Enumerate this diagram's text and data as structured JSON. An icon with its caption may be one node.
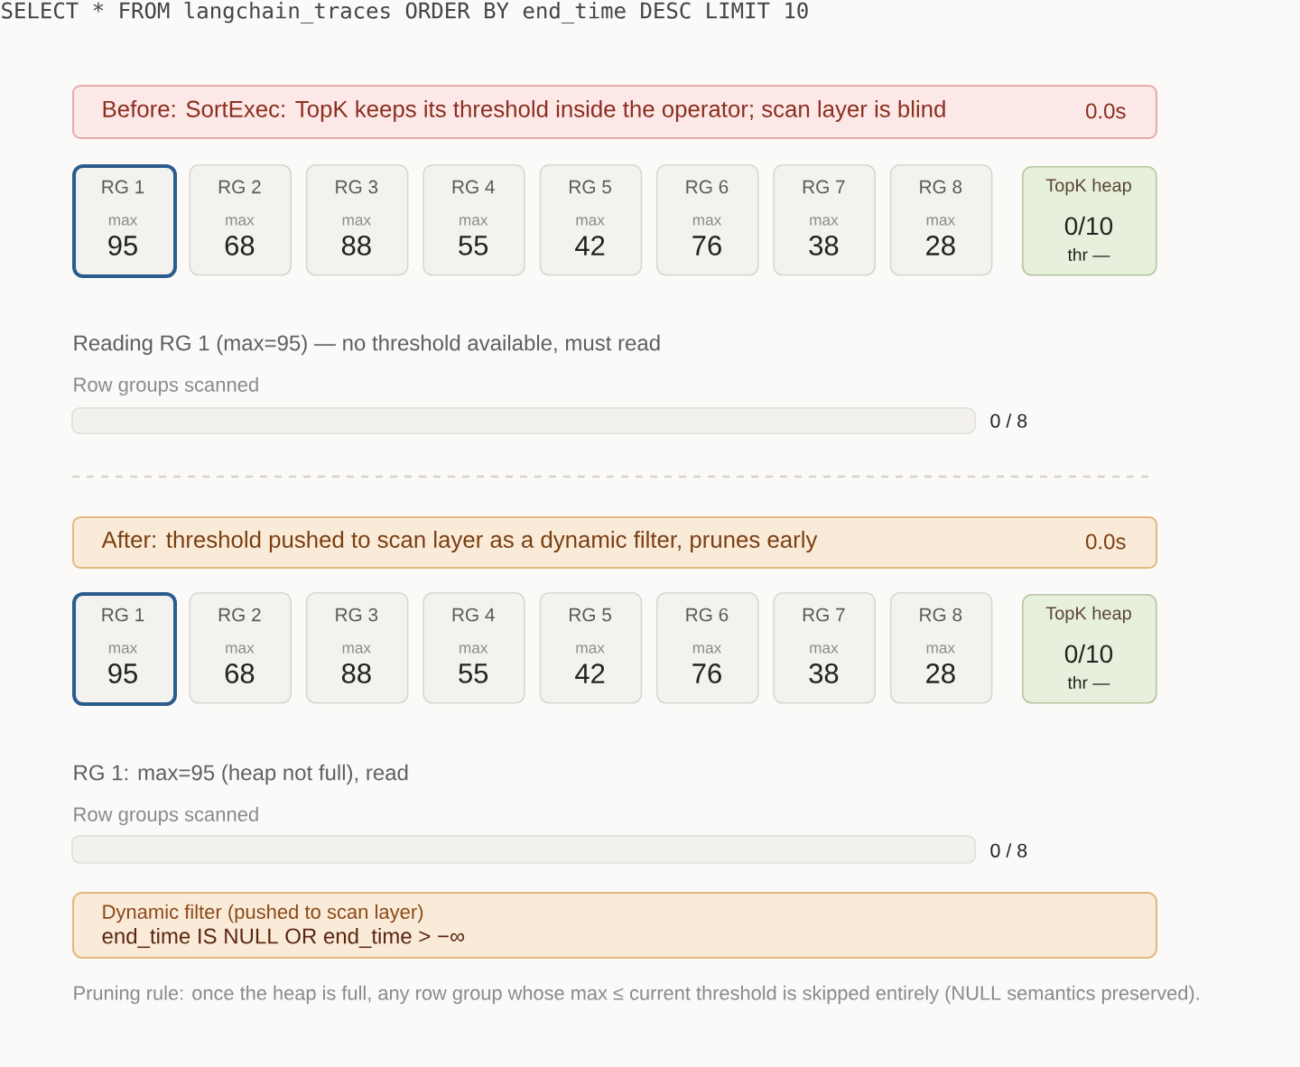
{
  "diagram": {
    "nodes": [
      {
        "text": [
          "Before: SortExec: TopK keeps its threshold inside the operator; scan layer is blind",
          "0.0s"
        ]
      },
      {
        "text": [
          "RG 1",
          "max",
          "95"
        ]
      },
      {
        "text": [
          "RG 2",
          "max",
          "68"
        ]
      },
      {
        "text": [
          "RG 3",
          "max",
          "88"
        ]
      },
      {
        "text": [
          "RG 4",
          "max",
          "55"
        ]
      },
      {
        "text": [
          "RG 5",
          "max",
          "42"
        ]
      },
      {
        "text": [
          "RG 6",
          "max",
          "76"
        ]
      },
      {
        "text": [
          "RG 7",
          "max",
          "38"
        ]
      },
      {
        "text": [
          "RG 8",
          "max",
          "28"
        ]
      },
      {
        "text": [
          "TopK heap",
          "0/10",
          "thr —"
        ]
      },
      {
        "text": [
          "After: threshold pushed to scan layer as a dynamic filter, prunes early",
          "0.0s"
        ]
      },
      {
        "text": [
          "RG 1",
          "max",
          "95"
        ]
      },
      {
        "text": [
          "RG 2",
          "max",
          "68"
        ]
      },
      {
        "text": [
          "RG 3",
          "max",
          "88"
        ]
      },
      {
        "text": [
          "RG 4",
          "max",
          "55"
        ]
      },
      {
        "text": [
          "RG 5",
          "max",
          "42"
        ]
      },
      {
        "text": [
          "RG 6",
          "max",
          "76"
        ]
      },
      {
        "text": [
          "RG 7",
          "max",
          "38"
        ]
      },
      {
        "text": [
          "RG 8",
          "max",
          "28"
        ]
      },
      {
        "text": [
          "TopK heap",
          "0/10",
          "thr —"
        ]
      },
      {
        "text": [
          "Dynamic filter (pushed to scan layer)",
          "end_time IS NULL OR end_time > −∞"
        ]
      }
    ],
    "labels": [
      "SELECT * FROM langchain_traces ORDER BY end_time DESC LIMIT 10",
      "Reading RG 1 (max=95) — no threshold available, must read",
      "Row groups scanned",
      "0 / 8",
      "RG 1: max=95 (heap not full), read",
      "Row groups scanned",
      "0 / 8",
      "Pruning rule: once the heap is full, any row group whose max ≤ current threshold is skipped entirely (NULL semantics preserved)."
    ]
  }
}
